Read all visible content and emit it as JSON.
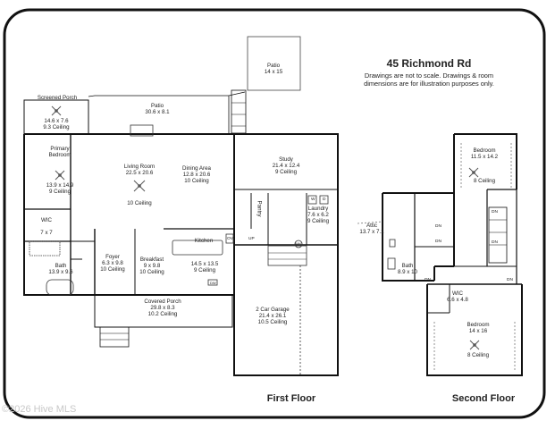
{
  "header": {
    "address": "45 Richmond Rd",
    "disclaimer_line1": "Drawings are not to scale. Drawings & room",
    "disclaimer_line2": "dimensions are for illustration purposes only."
  },
  "floors": {
    "first": "First Floor",
    "second": "Second Floor"
  },
  "watermark": "©2026 Hive MLS",
  "stair_labels": {
    "up": "UP",
    "dn": "DN"
  },
  "appliance_labels": {
    "washer": "W",
    "dryer": "D",
    "wh": "WH",
    "ov": "OV",
    "dw": "DW"
  },
  "rooms_first": [
    {
      "name": "Patio",
      "dims": "14 x 15",
      "ceiling": ""
    },
    {
      "name": "Screened Porch",
      "dims": "14.6 x 7.6",
      "ceiling": "9.3 Ceiling"
    },
    {
      "name": "Patio",
      "dims": "30.6 x 8.1",
      "ceiling": ""
    },
    {
      "name": "Primary Bedroom",
      "dims": "13.9 x 14.9",
      "ceiling": "9 Ceiling"
    },
    {
      "name": "Living Room",
      "dims": "22.5 x 20.6",
      "ceiling": "10 Ceiling"
    },
    {
      "name": "Dining Area",
      "dims": "12.8 x 20.6",
      "ceiling": "10 Ceiling"
    },
    {
      "name": "Study",
      "dims": "21.4 x 12.4",
      "ceiling": "9 Ceiling"
    },
    {
      "name": "WIC",
      "dims": "7 x 7",
      "ceiling": ""
    },
    {
      "name": "Pantry",
      "dims": "",
      "ceiling": ""
    },
    {
      "name": "Laundry",
      "dims": "7.6 x 6.2",
      "ceiling": "9 Ceiling"
    },
    {
      "name": "Kitchen",
      "dims": "14.5 x 13.5",
      "ceiling": "9 Ceiling"
    },
    {
      "name": "Foyer",
      "dims": "6.3 x 9.8",
      "ceiling": "10 Ceiling"
    },
    {
      "name": "Breakfast",
      "dims": "9 x 9.8",
      "ceiling": "10 Ceiling"
    },
    {
      "name": "Bath",
      "dims": "13.9 x 9.6",
      "ceiling": ""
    },
    {
      "name": "Covered Porch",
      "dims": "29.8 x 8.3",
      "ceiling": "10.2 Ceiling"
    },
    {
      "name": "2 Car Garage",
      "dims": "21.4 x 26.1",
      "ceiling": "10.5 Ceiling"
    }
  ],
  "rooms_second": [
    {
      "name": "Bedroom",
      "dims": "11.5 x 14.2",
      "ceiling": "8 Ceiling"
    },
    {
      "name": "Attic",
      "dims": "13.7 x 7.1",
      "ceiling": ""
    },
    {
      "name": "Bath",
      "dims": "8.9 x 10",
      "ceiling": ""
    },
    {
      "name": "WIC",
      "dims": "6.6 x 4.8",
      "ceiling": ""
    },
    {
      "name": "Bedroom",
      "dims": "14 x 16",
      "ceiling": "8 Ceiling"
    }
  ]
}
